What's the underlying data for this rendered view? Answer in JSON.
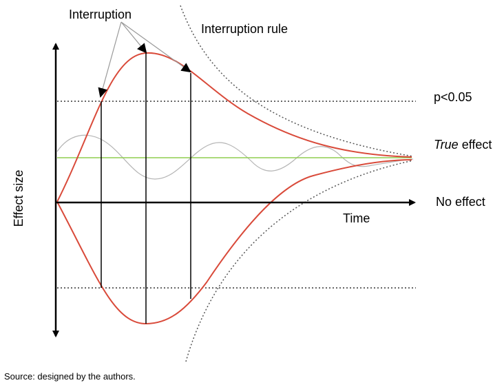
{
  "labels": {
    "interruption": "Interruption",
    "interruption_rule": "Interruption rule",
    "significance": "p<0.05",
    "true_effect_italic": "True",
    "true_effect_rest": " effect",
    "no_effect": "No effect",
    "time_axis": "Time",
    "effect_axis": "Effect size"
  },
  "source_note": "Source: designed by the authors.",
  "colors": {
    "bound_curve": "#d94a3a",
    "true_effect_line": "#8fce4e",
    "noise_wave": "#b4b4b4",
    "rule_curve": "#555555",
    "axis": "#000000",
    "guide_line": "#333333"
  },
  "interruption_count": 3
}
